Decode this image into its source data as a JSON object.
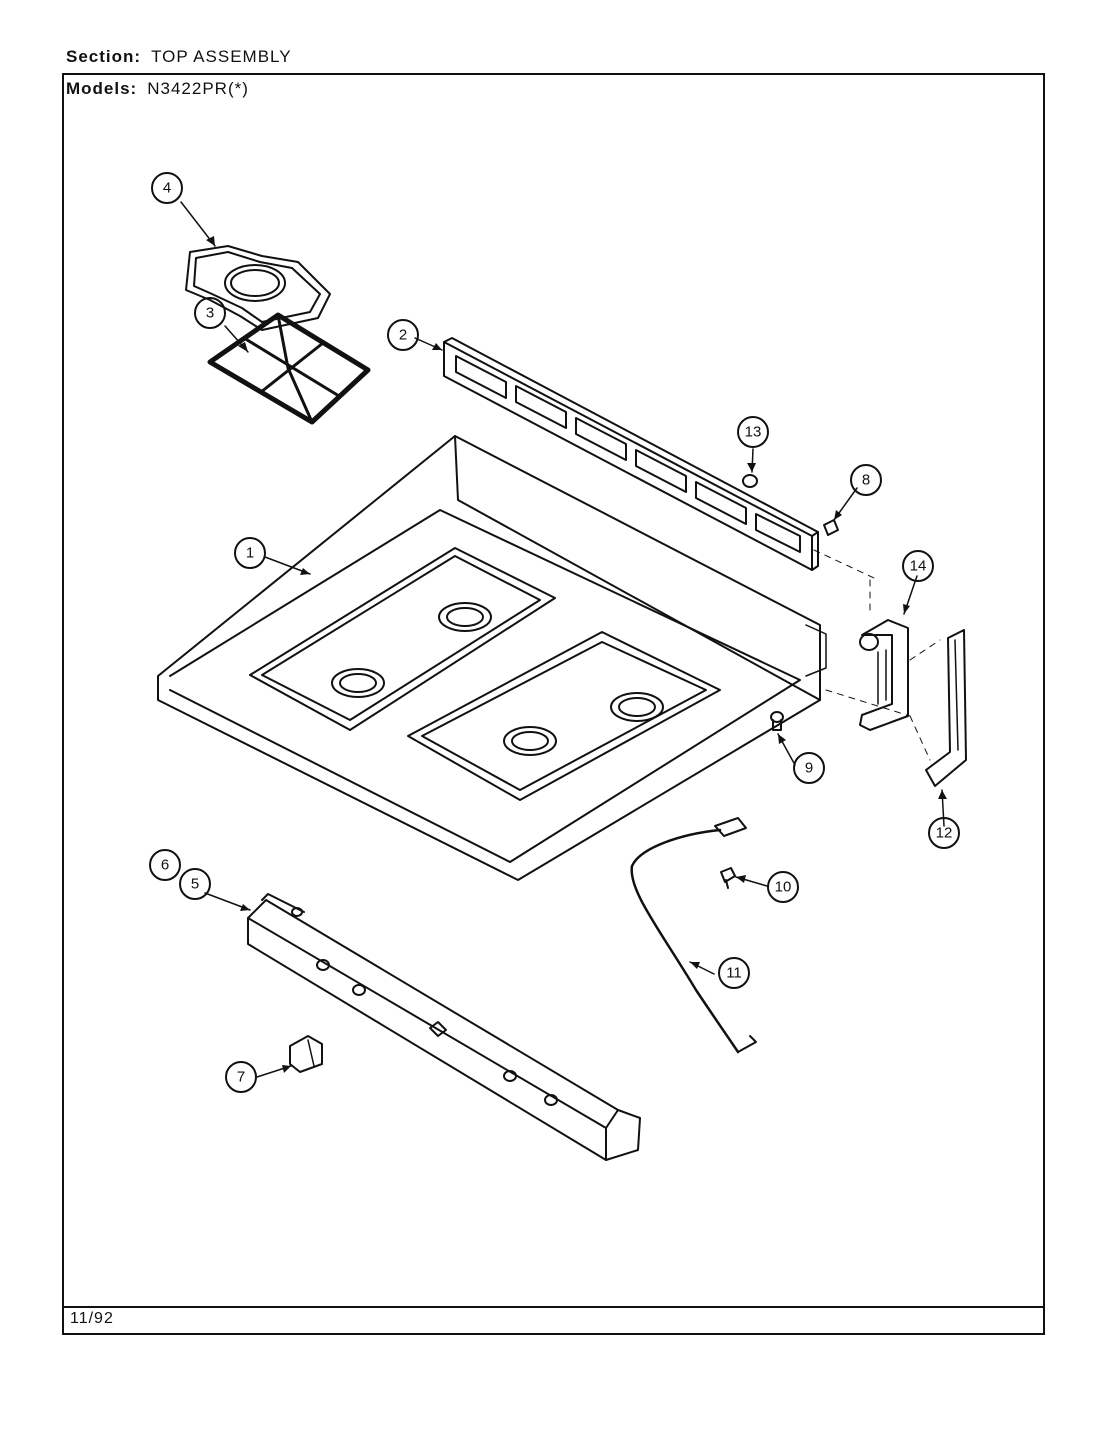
{
  "header": {
    "section_label": "Section:",
    "section_value": "TOP ASSEMBLY",
    "models_label": "Models:",
    "models_value": "N3422PR(*)"
  },
  "footer": {
    "date_code": "11/92"
  },
  "callouts": [
    "1",
    "2",
    "3",
    "4",
    "5",
    "6",
    "7",
    "8",
    "9",
    "10",
    "11",
    "12",
    "13",
    "14"
  ]
}
